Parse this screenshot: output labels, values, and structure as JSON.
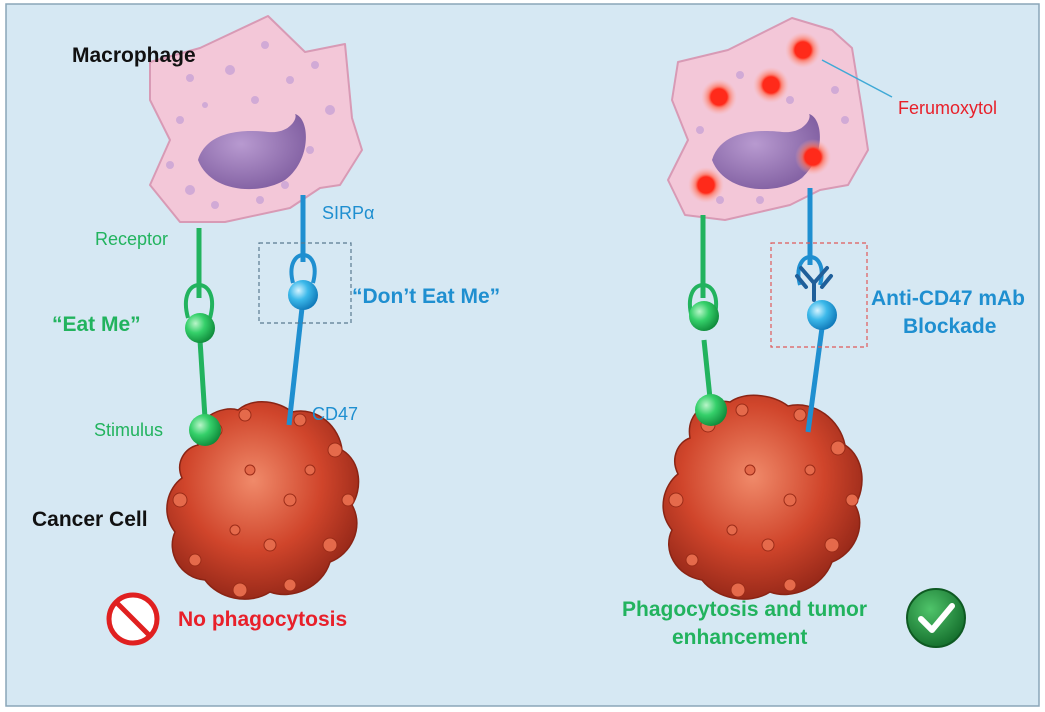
{
  "labels": {
    "macrophage": "Macrophage",
    "receptor": "Receptor",
    "sirpa": "SIRPα",
    "eat_me": "“Eat Me”",
    "dont_eat_me": "“Don’t Eat Me”",
    "stimulus": "Stimulus",
    "cd47": "CD47",
    "cancer_cell": "Cancer Cell",
    "no_phagocytosis": "No phagocytosis",
    "ferumoxytol": "Ferumoxytol",
    "anti_cd47_line1": "Anti-CD47 mAb",
    "anti_cd47_line2": "Blockade",
    "phago_line1": "Phagocytosis and tumor",
    "phago_line2": "enhancement"
  },
  "colors": {
    "background": "#d6e8f3",
    "border": "#8aa6b8",
    "macrophage_body": "#f3c7d8",
    "nucleus": "#9b79b6",
    "eat_me_green": "#22b35e",
    "dont_eat_me_blue": "#1f8fd0",
    "ferumoxytol_red": "#e8202a",
    "tumor": "#c8432d",
    "check_green": "#1f8a3c"
  },
  "icons": {
    "no_phagocytosis": "prohibited-icon",
    "phagocytosis": "checkmark-icon"
  }
}
